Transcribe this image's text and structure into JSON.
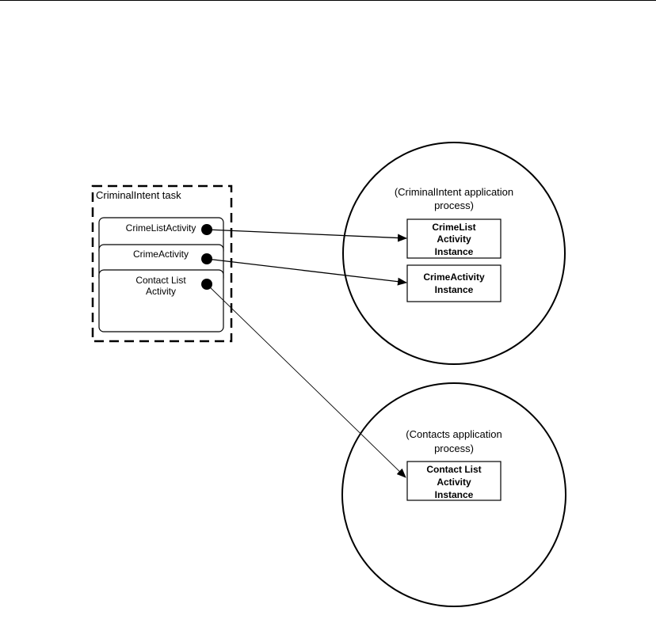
{
  "task": {
    "title": "CriminalIntent task",
    "activities": [
      {
        "label": "CrimeListActivity"
      },
      {
        "label": "CrimeActivity"
      },
      {
        "label_lines": [
          "Contact List",
          "Activity"
        ]
      }
    ]
  },
  "processes": [
    {
      "label_lines": [
        "(CriminalIntent application",
        "process)"
      ],
      "instances": [
        {
          "label_lines": [
            "CrimeList",
            "Activity",
            "Instance"
          ]
        },
        {
          "label_lines": [
            "CrimeActivity",
            "Instance"
          ]
        }
      ]
    },
    {
      "label_lines": [
        "(Contacts application",
        "process)"
      ],
      "instances": [
        {
          "label_lines": [
            "Contact List",
            "Activity",
            "Instance"
          ]
        }
      ]
    }
  ]
}
